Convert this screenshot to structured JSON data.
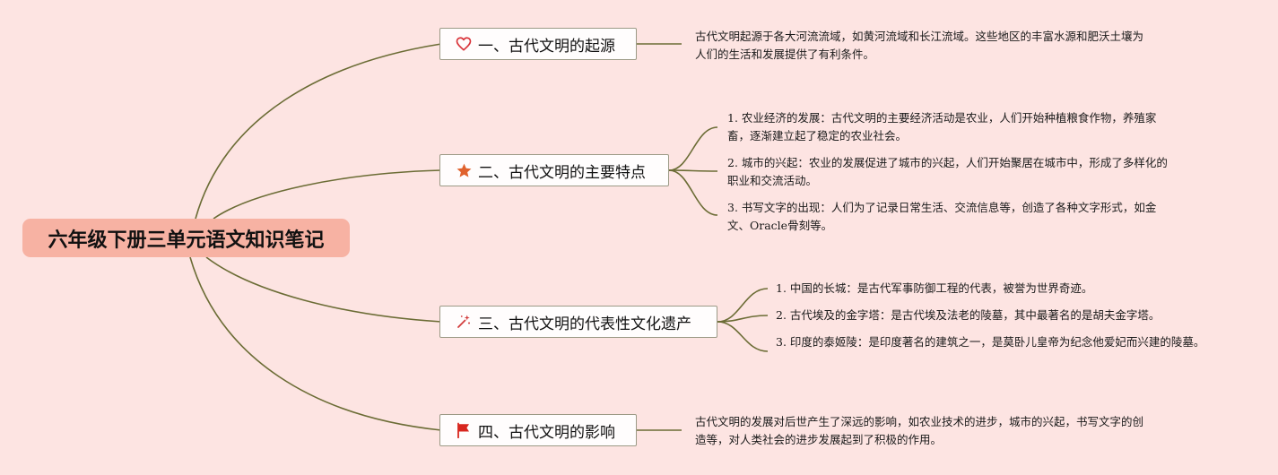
{
  "root": {
    "title": "六年级下册三单元语文知识笔记"
  },
  "branches": [
    {
      "label": "一、古代文明的起源",
      "icon": "heart-icon",
      "notes": [
        "古代文明起源于各大河流流域，如黄河流域和长江流域。这些地区的丰富水源和肥沃土壤为人们的生活和发展提供了有利条件。"
      ]
    },
    {
      "label": "二、古代文明的主要特点",
      "icon": "star-icon",
      "notes": [
        "1. 农业经济的发展：古代文明的主要经济活动是农业，人们开始种植粮食作物，养殖家畜，逐渐建立起了稳定的农业社会。",
        "2. 城市的兴起：农业的发展促进了城市的兴起，人们开始聚居在城市中，形成了多样化的职业和交流活动。",
        "3. 书写文字的出现：人们为了记录日常生活、交流信息等，创造了各种文字形式，如金文、Oracle骨刻等。"
      ]
    },
    {
      "label": "三、古代文明的代表性文化遗产",
      "icon": "magic-wand-icon",
      "notes": [
        "1. 中国的长城：是古代军事防御工程的代表，被誉为世界奇迹。",
        "2. 古代埃及的金字塔：是古代埃及法老的陵墓，其中最著名的是胡夫金字塔。",
        "3. 印度的泰姬陵：是印度著名的建筑之一，是莫卧儿皇帝为纪念他爱妃而兴建的陵墓。"
      ]
    },
    {
      "label": "四、古代文明的影响",
      "icon": "flag-icon",
      "notes": [
        "古代文明的发展对后世产生了深远的影响，如农业技术的进步，城市的兴起，书写文字的创造等，对人类社会的进步发展起到了积极的作用。"
      ]
    }
  ],
  "colors": {
    "background": "#fde4e2",
    "root_fill": "#f7b2a3",
    "connector": "#6b6c35",
    "heart": "#d9343a",
    "star": "#e0622d",
    "wand": "#d23c3c",
    "flag": "#d8261e"
  }
}
